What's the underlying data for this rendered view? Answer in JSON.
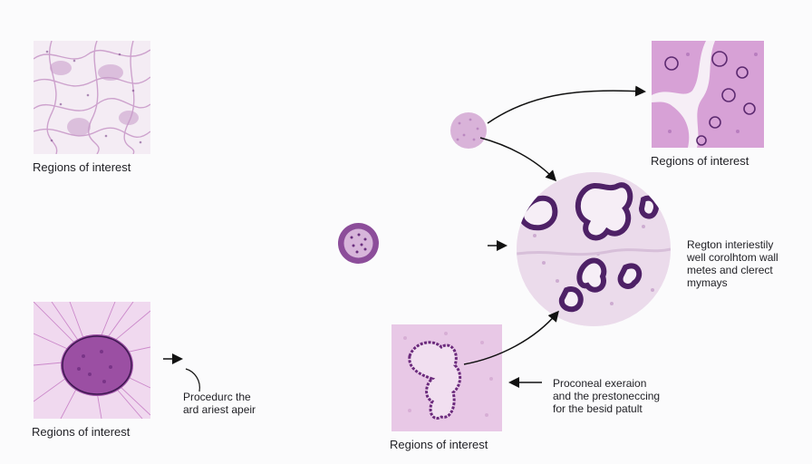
{
  "labels": {
    "top_left": "Regions of interest",
    "top_right": "Regions of interest",
    "bottom_left": "Regions of interest",
    "bottom_center": "Regions of interest"
  },
  "notes": {
    "left_procedure": [
      "Procedurc the",
      "ard ariest apeir"
    ],
    "right_region": [
      "Regton interiestily",
      "well corolhtom wall",
      "metes and clerect",
      "mymays"
    ],
    "bottom_process": [
      "Proconeal exeraion",
      "and the prestoneccing",
      "for the besid patult"
    ]
  },
  "colors": {
    "tissue_light": "#f1e4f0",
    "tissue_pink": "#d8a6d6",
    "tissue_purple": "#8a4d98",
    "tissue_dark": "#4b1f63",
    "arrow": "#111111"
  }
}
